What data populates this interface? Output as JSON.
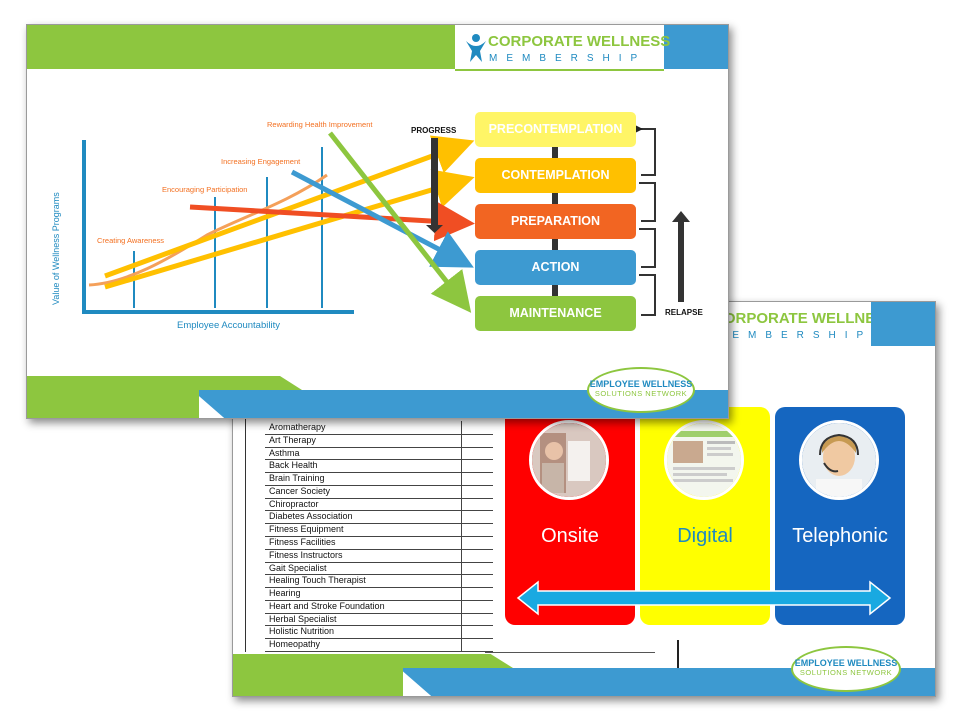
{
  "brand": {
    "title": "CORPORATE WELLNESS",
    "subtitle": "MEMBERSHIP",
    "badge_line1": "EMPLOYEE WELLNESS",
    "badge_line2": "SOLUTIONS NETWORK"
  },
  "back_slide": {
    "services": [
      "Aromatherapy",
      "Art Therapy",
      "Asthma",
      "Back Health",
      "Brain Training",
      "Cancer Society",
      "Chiropractor",
      "Diabetes Association",
      "Fitness Equipment",
      "Fitness Facilities",
      "Fitness Instructors",
      "Gait Specialist",
      "Healing Touch Therapist",
      "Hearing",
      "Heart and Stroke Foundation",
      "Herbal Specialist",
      "Holistic Nutrition",
      "Homeopathy"
    ],
    "panels": [
      {
        "label": "Onsite",
        "color": "#ff0000",
        "text_color": "#ffffff",
        "photo_icon": "person-at-kiosk-photo"
      },
      {
        "label": "Digital",
        "color": "#ffff00",
        "text_color": "#1f8ac0",
        "photo_icon": "website-screenshot-photo"
      },
      {
        "label": "Telephonic",
        "color": "#1566c0",
        "text_color": "#ffffff",
        "photo_icon": "headset-agent-photo"
      }
    ],
    "arrow_color": "#19a9e1"
  },
  "front_slide": {
    "chart": {
      "y_axis_label": "Value of Wellness Programs",
      "x_axis_label": "Employee Accountability",
      "annotations": [
        "Creating Awareness",
        "Encouraging Participation",
        "Increasing Engagement",
        "Rewarding Health Improvement"
      ]
    },
    "progress_label": "PROGRESS",
    "relapse_label": "RELAPSE",
    "stages": [
      {
        "label": "PRECONTEMPLATION",
        "color": "#fff566",
        "text_color": "#ffffff"
      },
      {
        "label": "CONTEMPLATION",
        "color": "#ffc000",
        "text_color": "#ffffff"
      },
      {
        "label": "PREPARATION",
        "color": "#f26522",
        "text_color": "#ffffff"
      },
      {
        "label": "ACTION",
        "color": "#3d9ad1",
        "text_color": "#ffffff"
      },
      {
        "label": "MAINTENANCE",
        "color": "#8dc63f",
        "text_color": "#ffffff"
      }
    ]
  }
}
